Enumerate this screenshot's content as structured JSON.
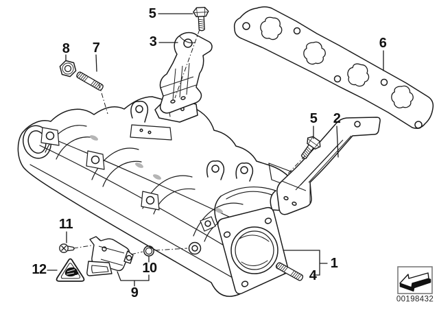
{
  "diagram": {
    "type": "exploded-parts-diagram",
    "colors": {
      "background": "#ffffff",
      "line": "#1a1a1a",
      "shade_pill": "#b5b5b5",
      "thumbnail_border": "#7a7a7a",
      "glyph_fill": "#111111"
    },
    "callouts": [
      {
        "id": "5-upper",
        "label": "5"
      },
      {
        "id": "3",
        "label": "3"
      },
      {
        "id": "8",
        "label": "8"
      },
      {
        "id": "7",
        "label": "7"
      },
      {
        "id": "6",
        "label": "6"
      },
      {
        "id": "5-lower",
        "label": "5"
      },
      {
        "id": "2",
        "label": "2"
      },
      {
        "id": "11",
        "label": "11"
      },
      {
        "id": "12",
        "label": "12"
      },
      {
        "id": "10",
        "label": "10"
      },
      {
        "id": "9",
        "label": "9"
      },
      {
        "id": "1",
        "label": "1"
      },
      {
        "id": "4",
        "label": "4"
      }
    ],
    "icons": {
      "warning": "warning-triangle-icon",
      "thumbnail": "arrow-down-left-icon"
    },
    "footer": {
      "image_code": "00198432"
    }
  }
}
